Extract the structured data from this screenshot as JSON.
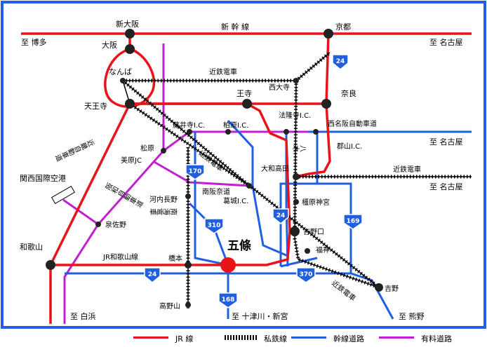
{
  "colors": {
    "jr": "#e8141a",
    "private_rail": "#000000",
    "trunk_road": "#2060e0",
    "toll_road": "#c020d0",
    "frame": "#2060e0",
    "shield": "#2060e0",
    "station": "#222222",
    "main_station": "#e8141a"
  },
  "stations": {
    "shin_osaka": "新大阪",
    "osaka": "大阪",
    "namba": "なんば",
    "tennoji": "天王寺",
    "oji": "王寺",
    "kyoto": "京都",
    "nara": "奈良",
    "nishioji": "西大寺",
    "yamatotakada": "大和高田",
    "kashiharajingu": "橿原神宮",
    "yoshinoguchi": "吉野口",
    "fukugami": "福神",
    "yoshino": "吉野",
    "gojo": "五條",
    "hashimoto": "橋本",
    "kawachinagano": "河内長野",
    "koyasan": "高野山",
    "izumisano": "泉佐野",
    "wakayama": "和歌山",
    "matsubara": "松原",
    "mihara_jc": "美原JC",
    "kansai_airport": "関西国際空港"
  },
  "roads": {
    "shinkansen": "新 幹 線",
    "kintetsu_1": "近鉄電車",
    "kintetsu_2": "近鉄電車",
    "kintetsu_3": "近鉄電車",
    "kintetsu_4": "近鉄電車",
    "nankai": "南海電車",
    "jr_wakayama": "JR和歌山線",
    "hanwa": "阪和自動車道",
    "kinki": "近畿自動車道",
    "nishi_meihan": "西名阪自動車道",
    "minami_hanna": "南阪奈道",
    "fujiidera_ic": "藤井寺I.C.",
    "kashiwara_ic": "柏原I.C.",
    "horyuji_ic": "法隆寺I.C.",
    "koriyama_ic": "郡山I.C.",
    "katsuragi_ic": "葛城I.C.",
    "yagi": "八木"
  },
  "destinations": {
    "hakata": "至 博多",
    "nagoya_1": "至 名古屋",
    "nagoya_2": "至 名古屋",
    "nagoya_3": "至 名古屋",
    "shirahama": "至 白浜",
    "totsukawa": "至 十津川・新宮",
    "kumano": "至 熊野"
  },
  "shields": {
    "r24_top": "24",
    "r24_mid": "24",
    "r24_bot": "24",
    "r170": "170",
    "r310": "310",
    "r168": "168",
    "r169": "169",
    "r370": "370"
  },
  "legend": {
    "jr": "JR 線",
    "private": "私鉄線",
    "trunk": "幹線道路",
    "toll": "有料道路"
  }
}
